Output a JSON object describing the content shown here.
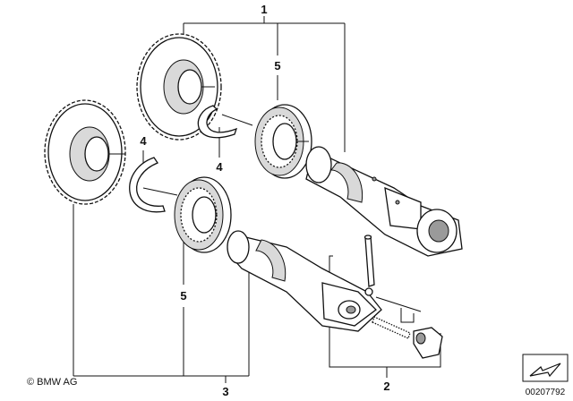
{
  "callouts": {
    "c1": "1",
    "c2": "2",
    "c3": "3",
    "c4a": "4",
    "c4b": "4",
    "c5a": "5",
    "c5b": "5"
  },
  "footer": {
    "copyright": "© BMW AG",
    "reference": "00207792"
  },
  "icons": {
    "orientation": "arrow-orientation-icon"
  }
}
